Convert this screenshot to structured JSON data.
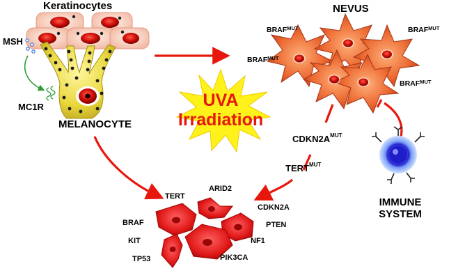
{
  "labels": {
    "keratinocytes": "Keratinocytes",
    "msh": "MSH",
    "mc1r": "MC1R",
    "melanocyte": "MELANOCYTE",
    "nevus": "NEVUS",
    "braf_base": "BRAF",
    "braf_sup": "MUT",
    "uva_line1": "UVA",
    "uva_line2": "Irradiation",
    "cdkn2a_mut_base": "CDKN2A",
    "cdkn2a_mut_sup": "MUT",
    "tert_mut_base": "TERT",
    "tert_mut_sup": "MUT",
    "immune_line1": "IMMUNE",
    "immune_line2": "SYSTEM"
  },
  "melanoma_genes": [
    "TERT",
    "ARID2",
    "CDKN2A",
    "BRAF",
    "PTEN",
    "KIT",
    "NF1",
    "TP53",
    "PIK3CA"
  ],
  "colors": {
    "arrow_red": "#e8170c",
    "nevus_orange": "#e8582a",
    "melanoma_red": "#e21c1c",
    "melanocyte_yellow": "#e6d23c",
    "keratinocyte_pink": "#f6c8b8",
    "star_yellow": "#fff21a",
    "immune_blue": "#2a2ad8",
    "msh_dot_blue": "#4a7fe0",
    "mc1r_green": "#2e9a3a"
  }
}
